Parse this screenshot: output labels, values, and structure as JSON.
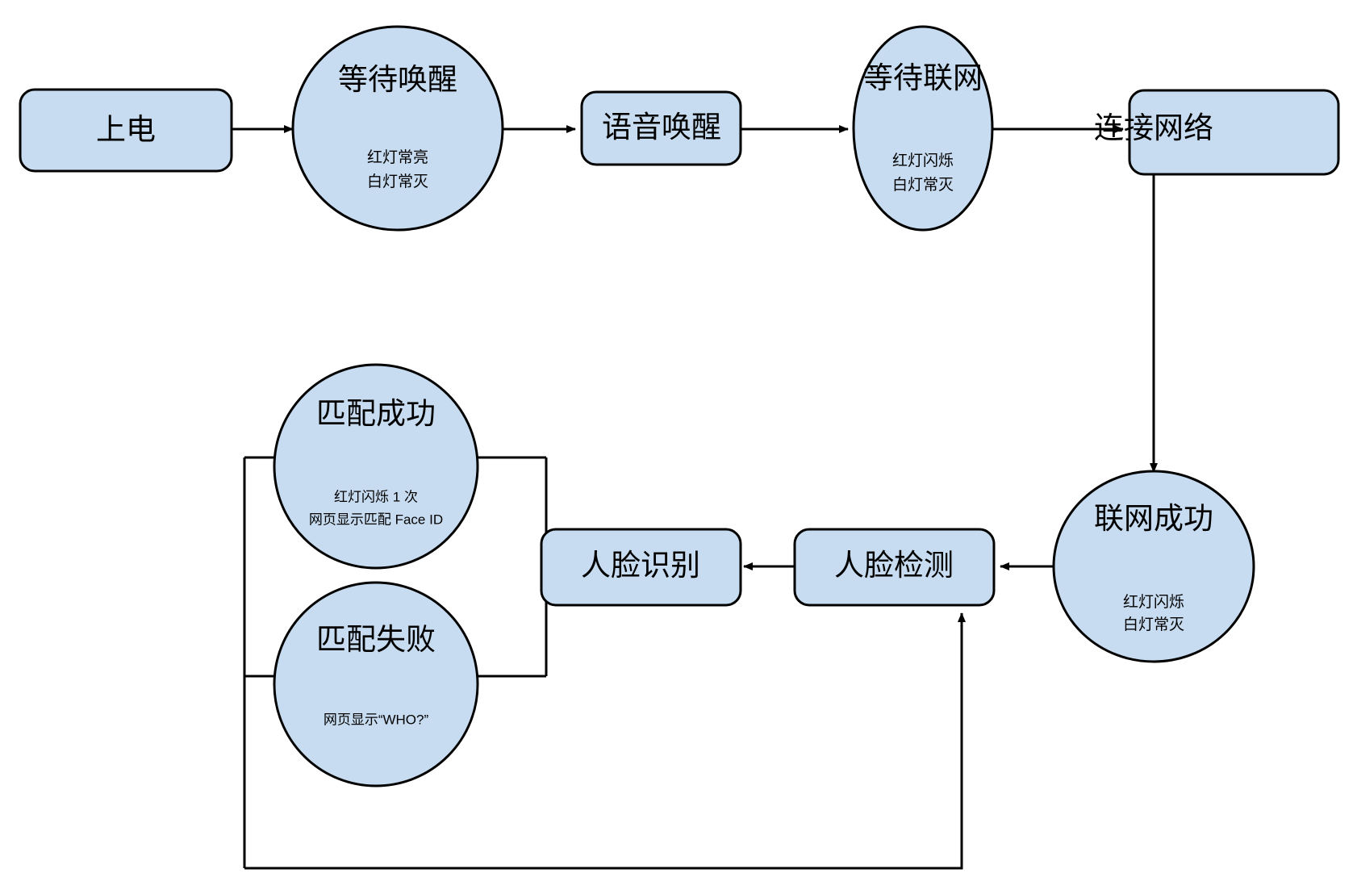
{
  "diagram": {
    "type": "flowchart",
    "background_color": "#ffffff",
    "node_fill_color": "#c7dcf0",
    "node_stroke_color": "#000000",
    "edge_color": "#000000",
    "nodes": [
      {
        "id": "power-on",
        "shape": "rounded-rect",
        "title": "上电",
        "sub_lines": []
      },
      {
        "id": "wait-wakeup",
        "shape": "circle",
        "title": "等待唤醒",
        "sub_lines": [
          "红灯常亮",
          "白灯常灭"
        ]
      },
      {
        "id": "voice-wakeup",
        "shape": "rounded-rect",
        "title": "语音唤醒",
        "sub_lines": []
      },
      {
        "id": "wait-network",
        "shape": "circle",
        "title": "等待联网",
        "sub_lines": [
          "红灯闪烁",
          "白灯常灭"
        ]
      },
      {
        "id": "connect-network",
        "shape": "rounded-rect",
        "title": "连接网络",
        "sub_lines": []
      },
      {
        "id": "network-success",
        "shape": "circle",
        "title": "联网成功",
        "sub_lines": [
          "红灯闪烁",
          "白灯常灭"
        ]
      },
      {
        "id": "face-detect",
        "shape": "rounded-rect",
        "title": "人脸检测",
        "sub_lines": []
      },
      {
        "id": "face-recognize",
        "shape": "rounded-rect",
        "title": "人脸识别",
        "sub_lines": []
      },
      {
        "id": "match-success",
        "shape": "circle",
        "title": "匹配成功",
        "sub_lines": [
          "红灯闪烁 1 次",
          "网页显示匹配 Face ID"
        ]
      },
      {
        "id": "match-fail",
        "shape": "circle",
        "title": "匹配失败",
        "sub_lines": [
          "网页显示“WHO?”"
        ]
      }
    ],
    "edges": [
      {
        "id": "e1",
        "from": "power-on",
        "to": "wait-wakeup",
        "arrow": true
      },
      {
        "id": "e2",
        "from": "wait-wakeup",
        "to": "voice-wakeup",
        "arrow": true
      },
      {
        "id": "e3",
        "from": "voice-wakeup",
        "to": "wait-network",
        "arrow": true
      },
      {
        "id": "e4",
        "from": "wait-network",
        "to": "connect-network",
        "arrow": true
      },
      {
        "id": "e5",
        "from": "connect-network",
        "to": "network-success",
        "arrow": true
      },
      {
        "id": "e6",
        "from": "network-success",
        "to": "face-detect",
        "arrow": true
      },
      {
        "id": "e7",
        "from": "face-detect",
        "to": "face-recognize",
        "arrow": true
      },
      {
        "id": "e8",
        "from": "face-recognize",
        "to": "match-success",
        "arrow": false
      },
      {
        "id": "e9",
        "from": "face-recognize",
        "to": "match-fail",
        "arrow": false
      },
      {
        "id": "e10",
        "from": "match-fail",
        "to": "face-detect",
        "arrow": true
      }
    ]
  }
}
